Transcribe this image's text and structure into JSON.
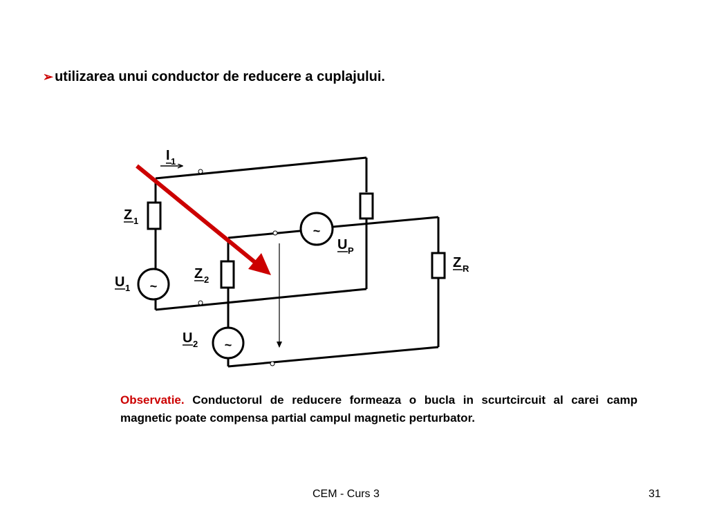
{
  "bullet": {
    "marker": "➢",
    "text": "utilizarea unui conductor de reducere a cuplajului."
  },
  "circuit": {
    "labels": {
      "i1": {
        "main": "I",
        "sub": "1"
      },
      "z1": {
        "main": "Z",
        "sub": "1"
      },
      "u1": {
        "main": "U",
        "sub": "1"
      },
      "z2": {
        "main": "Z",
        "sub": "2"
      },
      "u2": {
        "main": "U",
        "sub": "2"
      },
      "up": {
        "main": "U",
        "sub": "P"
      },
      "zr": {
        "main": "Z",
        "sub": "R"
      }
    },
    "source_symbol": "~",
    "colors": {
      "wire": "#000000",
      "reduction_conductor": "#cc0000"
    }
  },
  "observation": {
    "title": "Observatie.",
    "text": "Conductorul de reducere formeaza o bucla in scurtcircuit al carei camp magnetic poate compensa partial campul magnetic perturbator."
  },
  "footer": {
    "title": "CEM - Curs 3",
    "page": "31"
  }
}
